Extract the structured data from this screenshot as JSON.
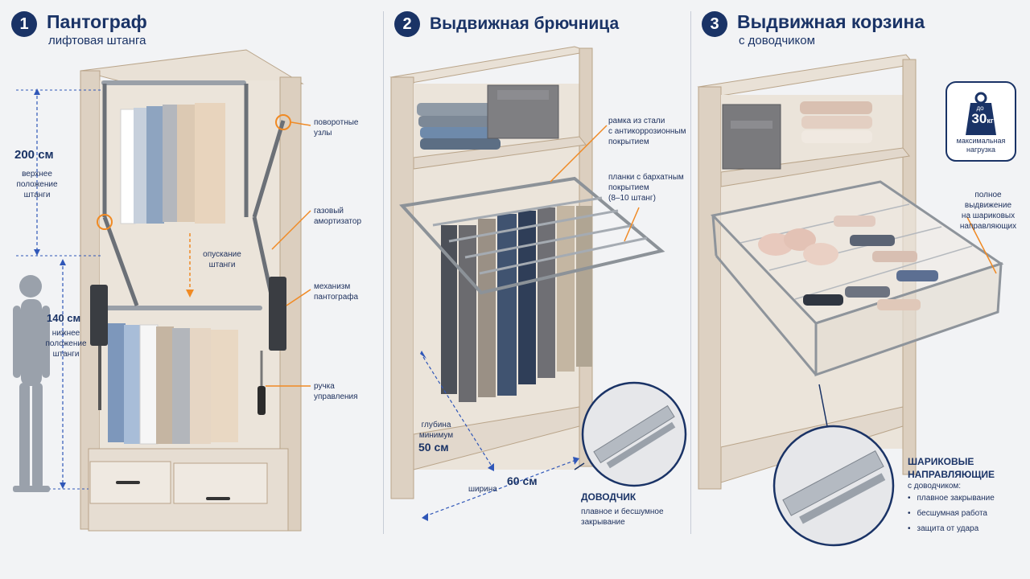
{
  "colors": {
    "navy": "#1a3366",
    "accent": "#f08a24",
    "dimension": "#3057b8",
    "wood": "#e2d8cc",
    "edge": "#b9a489"
  },
  "sections": [
    {
      "number": "1",
      "title": "Пантограф",
      "subtitle": "лифтовая штанга",
      "upper_height": "200 см",
      "upper_caption": "верхнее\nположение\nштанги",
      "lower_height": "140 см",
      "lower_caption": "нижнее\nположение\nштанги",
      "lowering": "опускание\nштанги",
      "callouts": [
        "поворотные\nузлы",
        "газовый\nамортизатор",
        "механизм\nпантографа",
        "ручка\nуправления"
      ]
    },
    {
      "number": "2",
      "title": "Выдвижная брючница",
      "callouts": [
        "рамка из стали\nс антикоррозионным\nпокрытием",
        "планки с бархатным\nпокрытием\n(8–10 штанг)"
      ],
      "depth_caption": "глубина\nминимум",
      "depth_value": "50 см",
      "width_caption": "ширина",
      "width_value": "60 см",
      "closer_title": "ДОВОДЧИК",
      "closer_caption": "плавное и бесшумное\nзакрывание"
    },
    {
      "number": "3",
      "title": "Выдвижная корзина",
      "subtitle": "с доводчиком",
      "badge_prefix": "до",
      "badge_value": "30",
      "badge_unit": "кг",
      "badge_caption": "максимальная\nнагрузка",
      "callout": "полное\nвыдвижение\nна шариковых\nнаправляющих",
      "rails_title": "ШАРИКОВЫЕ\nНАПРАВЛЯЮЩИЕ",
      "rails_subtitle": "с доводчиком:",
      "features": [
        "плавное закрывание",
        "бесшумная работа",
        "защита от удара"
      ]
    }
  ]
}
